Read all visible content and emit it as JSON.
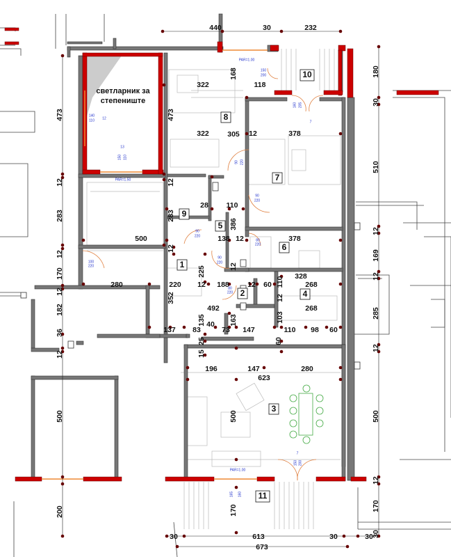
{
  "note": {
    "line1": "светларник за",
    "line2": "степениште"
  },
  "rooms": [
    "1",
    "2",
    "3",
    "4",
    "5",
    "6",
    "7",
    "8",
    "9",
    "10",
    "11"
  ],
  "dims": {
    "top": [
      "440",
      "30",
      "232"
    ],
    "r10a": "168",
    "r10b": "118",
    "r10c": "180",
    "r8a": "322",
    "r8b": "322",
    "r8c": "473",
    "r8d": "305",
    "left473": "473",
    "l12a": "12",
    "l283": "283",
    "l12b": "12",
    "l170": "170",
    "l12c": "12",
    "l182": "182",
    "l36": "36",
    "l12d": "12",
    "l500": "500",
    "l200": "200",
    "r7a": "12",
    "r7b": "378",
    "r7c": "510",
    "c12a": "12",
    "c28": "28",
    "c110": "110",
    "c283": "283",
    "c386": "386",
    "c500": "500",
    "c138": "138",
    "c12b": "12",
    "c12c": "12",
    "c378": "378",
    "c225": "225",
    "c12d": "12",
    "c328": "328",
    "c280": "280",
    "c220": "220",
    "c188": "188",
    "c60a": "60",
    "c268a": "268",
    "c352": "352",
    "c492": "492",
    "c12e": "12",
    "c12f": "12",
    "c268b": "268",
    "c135": "135",
    "c163": "163",
    "c103": "103",
    "c40": "40",
    "c137": "137",
    "c83": "83",
    "c73": "73",
    "c147a": "147",
    "c110b": "110",
    "c98": "98",
    "c60b": "60",
    "c25": "25",
    "c15": "15",
    "c60c": "60",
    "c12g": "12",
    "c196": "196",
    "c147b": "147",
    "c280b": "280",
    "c623": "623",
    "c500b": "500",
    "c12h": "12",
    "r169": "169",
    "r285": "285",
    "r12a": "12",
    "r12b": "12",
    "r12c": "12",
    "r500": "500",
    "r12d": "12",
    "r170": "170",
    "r30b": "30",
    "r30c": "30",
    "c170b": "170",
    "bot": [
      "30",
      "613",
      "30",
      "30",
      "673"
    ]
  },
  "annotations": {
    "par1": "PAR=1.00",
    "par2": "PAR=1.50",
    "par3": "PAR=1.00",
    "w1": "150",
    "w1b": "200",
    "w2": "160",
    "w2b": "205",
    "w3": "140",
    "w3b": "110",
    "w4": "150",
    "w4b": "110",
    "w5": "150",
    "w5b": "200",
    "w6": "165",
    "w6b": "160",
    "d1": "90",
    "d1b": "220",
    "d2": "90",
    "d2b": "220",
    "d3": "90",
    "d3b": "220",
    "d4": "80",
    "d4b": "220",
    "d5": "90",
    "d5b": "220",
    "d6": "100",
    "d6b": "220",
    "d7": "80",
    "d7b": "220",
    "i12": "12",
    "i13": "13",
    "i7": "7",
    "i7b": "7"
  }
}
